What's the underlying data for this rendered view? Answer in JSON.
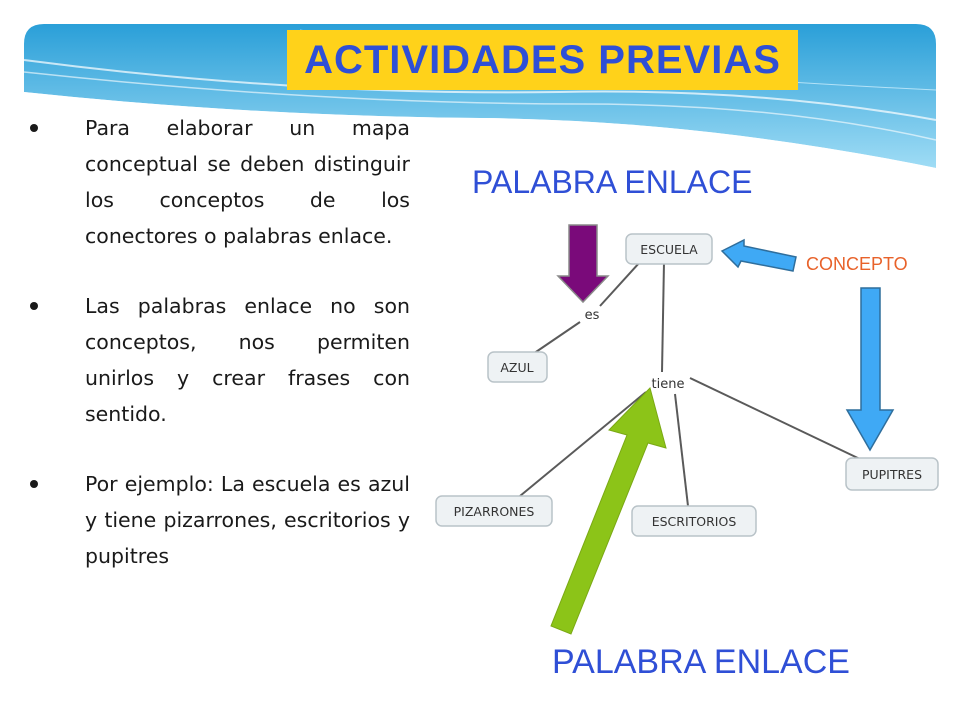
{
  "title": "ACTIVIDADES PREVIAS",
  "bullets": [
    "Para elaborar un mapa conceptual se deben distinguir los conceptos de los conectores o palabras enlace.",
    "Las palabras enlace no son conceptos, nos permiten unirlos y crear frases con sentido.",
    "Por ejemplo: La escuela es azul y tiene pizarrones, escritorios y pupitres"
  ],
  "labels": {
    "palabra_enlace_top": "PALABRA ENLACE",
    "palabra_enlace_bottom": "PALABRA ENLACE",
    "concepto": "CONCEPTO"
  },
  "concept_map": {
    "concepts": {
      "escuela": "ESCUELA",
      "azul": "AZUL",
      "pizarrones": "PIZARRONES",
      "escritorios": "ESCRITORIOS",
      "pupitres": "PUPITRES"
    },
    "linking_words": {
      "es": "es",
      "tiene": "tiene"
    }
  },
  "colors": {
    "title_bg": "#ffd21a",
    "title_text": "#2f4fd6",
    "label_blue": "#2f4fd6",
    "label_orange": "#e8622a",
    "arrow_purple": "#7a0a7a",
    "arrow_blue": "#3fa9f5",
    "arrow_green": "#8cc418"
  }
}
